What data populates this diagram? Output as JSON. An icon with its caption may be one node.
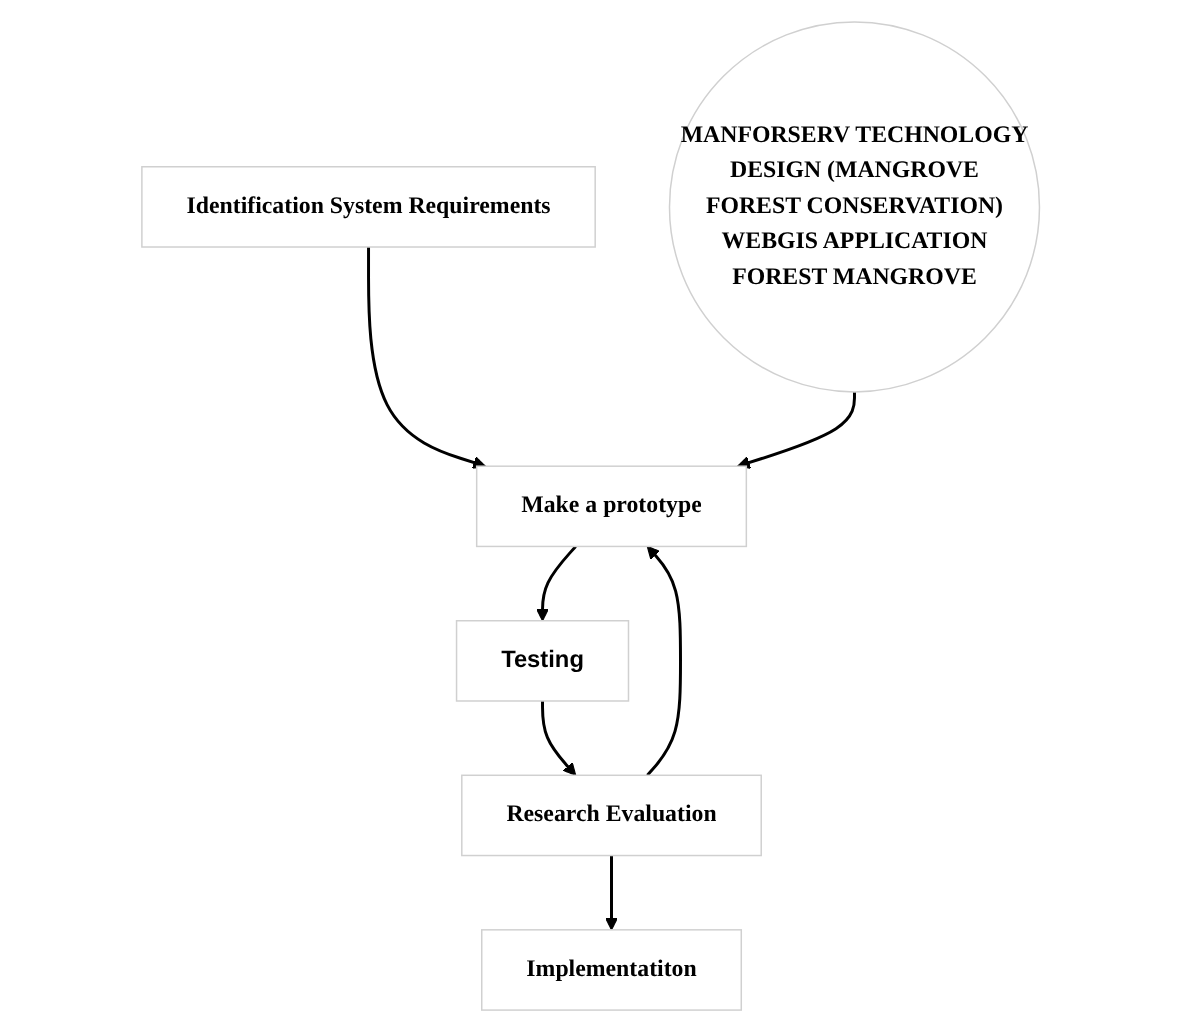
{
  "diagram": {
    "nodes": [
      {
        "text": [
          "MANFORSERV TECHNOLOGY DESIGN (MANGROVE FOREST CONSERVATION) WEBGIS APPLICATION FOREST MANGROVE"
        ]
      },
      {
        "text": [
          "Identification System Requirements"
        ]
      },
      {
        "text": [
          "Make a prototype"
        ]
      },
      {
        "text": [
          "Testing"
        ]
      },
      {
        "text": [
          "Research Evaluation"
        ]
      },
      {
        "text": [
          "Implementatiton"
        ]
      }
    ],
    "edges": [
      {
        "from": 1,
        "to": 2,
        "arrow": "to"
      },
      {
        "from": 2,
        "to": 3,
        "arrow": "to"
      },
      {
        "from": 3,
        "to": 4,
        "arrow": "to"
      },
      {
        "from": 4,
        "to": 5,
        "arrow": "to"
      },
      {
        "from": 4,
        "to": 2,
        "arrow": "to"
      },
      {
        "from": 0,
        "to": 2,
        "arrow": "to"
      }
    ]
  }
}
